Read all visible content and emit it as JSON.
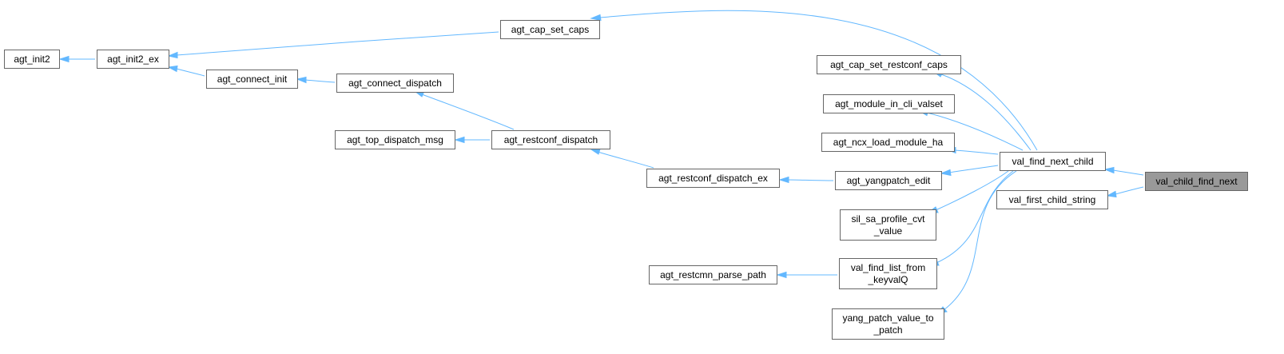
{
  "nodes": {
    "agt_init2": {
      "lines": [
        "agt_init2"
      ]
    },
    "agt_init2_ex": {
      "lines": [
        "agt_init2_ex"
      ]
    },
    "agt_cap_set_caps": {
      "lines": [
        "agt_cap_set_caps"
      ]
    },
    "agt_connect_init": {
      "lines": [
        "agt_connect_init"
      ]
    },
    "agt_connect_dispatch": {
      "lines": [
        "agt_connect_dispatch"
      ]
    },
    "agt_top_dispatch_msg": {
      "lines": [
        "agt_top_dispatch_msg"
      ]
    },
    "agt_restconf_dispatch": {
      "lines": [
        "agt_restconf_dispatch"
      ]
    },
    "agt_restconf_dispatch_ex": {
      "lines": [
        "agt_restconf_dispatch_ex"
      ]
    },
    "agt_restcmn_parse_path": {
      "lines": [
        "agt_restcmn_parse_path"
      ]
    },
    "agt_cap_set_restconf_caps": {
      "lines": [
        "agt_cap_set_restconf_caps"
      ]
    },
    "agt_module_in_cli_valset": {
      "lines": [
        "agt_module_in_cli_valset"
      ]
    },
    "agt_ncx_load_module_ha": {
      "lines": [
        "agt_ncx_load_module_ha"
      ]
    },
    "agt_yangpatch_edit": {
      "lines": [
        "agt_yangpatch_edit"
      ]
    },
    "sil_sa_profile_cvt_value": {
      "lines": [
        "sil_sa_profile_cvt",
        "_value"
      ]
    },
    "val_find_list_from_keyvalQ": {
      "lines": [
        "val_find_list_from",
        "_keyvalQ"
      ]
    },
    "yang_patch_value_to_patch": {
      "lines": [
        "yang_patch_value_to",
        "_patch"
      ]
    },
    "val_find_next_child": {
      "lines": [
        "val_find_next_child"
      ]
    },
    "val_first_child_string": {
      "lines": [
        "val_first_child_string"
      ]
    },
    "val_child_find_next": {
      "lines": [
        "val_child_find_next"
      ]
    }
  },
  "current_node": "val_child_find_next",
  "edge_color": "#63b8ff",
  "current_fill": "#999999"
}
